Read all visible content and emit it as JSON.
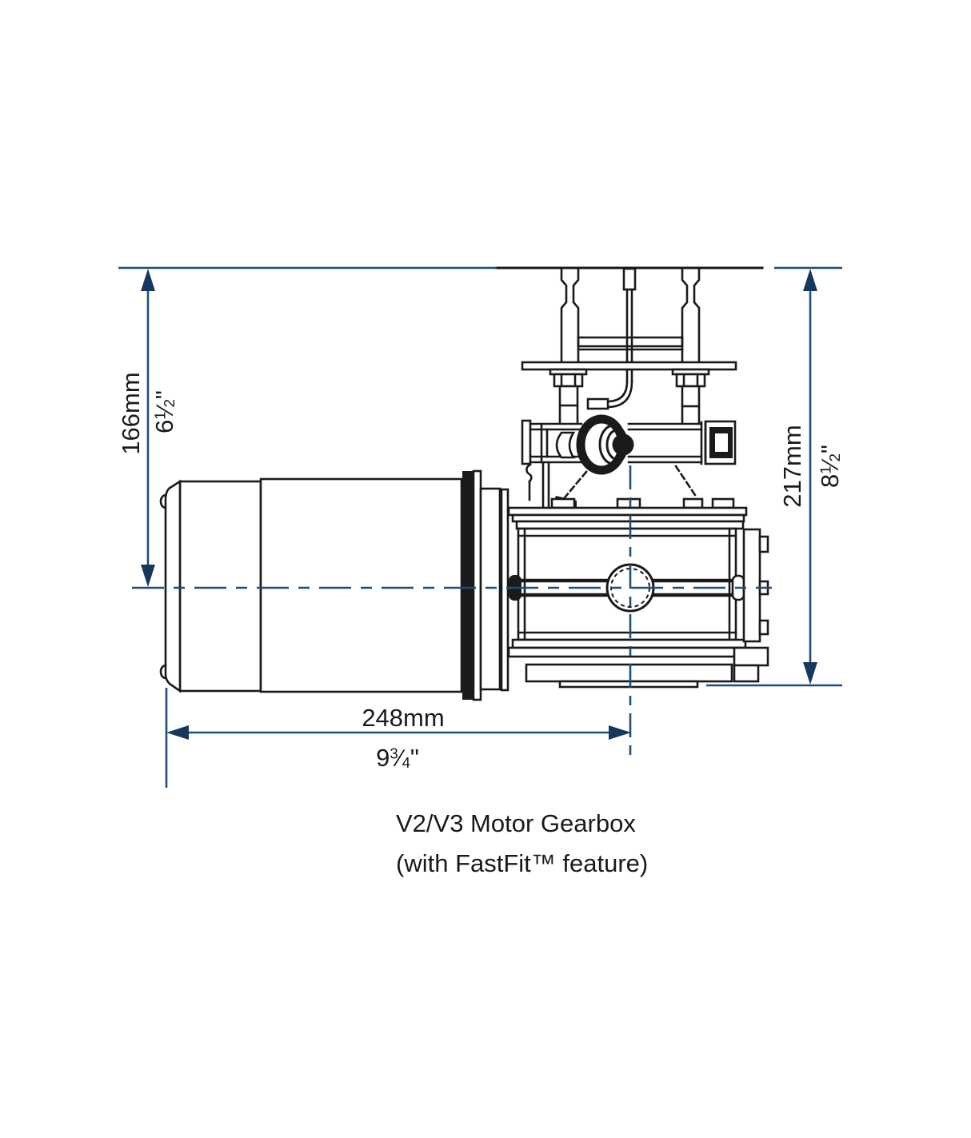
{
  "diagram": {
    "caption": {
      "line1": "V2/V3 Motor Gearbox",
      "line2": "(with FastFit™ feature)"
    },
    "dimensions": {
      "height_left": {
        "metric": "166mm",
        "inch_whole": "6",
        "inch_num": "1",
        "inch_den": "2",
        "inch_mark": "\""
      },
      "height_right": {
        "metric": "217mm",
        "inch_whole": "8",
        "inch_num": "1",
        "inch_den": "2",
        "inch_mark": "\""
      },
      "length": {
        "metric": "248mm",
        "inch_whole": "9",
        "inch_num": "3",
        "inch_den": "4",
        "inch_mark": "\""
      }
    },
    "colors": {
      "dimension_blue": "#1f4e79",
      "arrow_navy": "#17375d",
      "line_black": "#1a1a1a",
      "background": "#ffffff"
    }
  }
}
